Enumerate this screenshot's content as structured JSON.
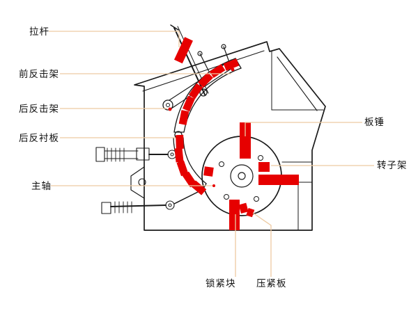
{
  "canvas": {
    "width": "600",
    "height": "450",
    "background": "#ffffff"
  },
  "colors": {
    "line": "#1a1a1a",
    "highlight": "#e60000",
    "leader": "#edcaa2",
    "label_text": "#111111"
  },
  "labels": {
    "tie_rod": "拉杆",
    "front_impact_frame": "前反击架",
    "rear_impact_frame": "后反击架",
    "rear_liner_plate": "后反衬板",
    "main_shaft": "主轴",
    "blow_bar": "板锤",
    "rotor_frame": "转子架",
    "locking_block": "锁紧块",
    "pressing_plate": "压紧板"
  }
}
